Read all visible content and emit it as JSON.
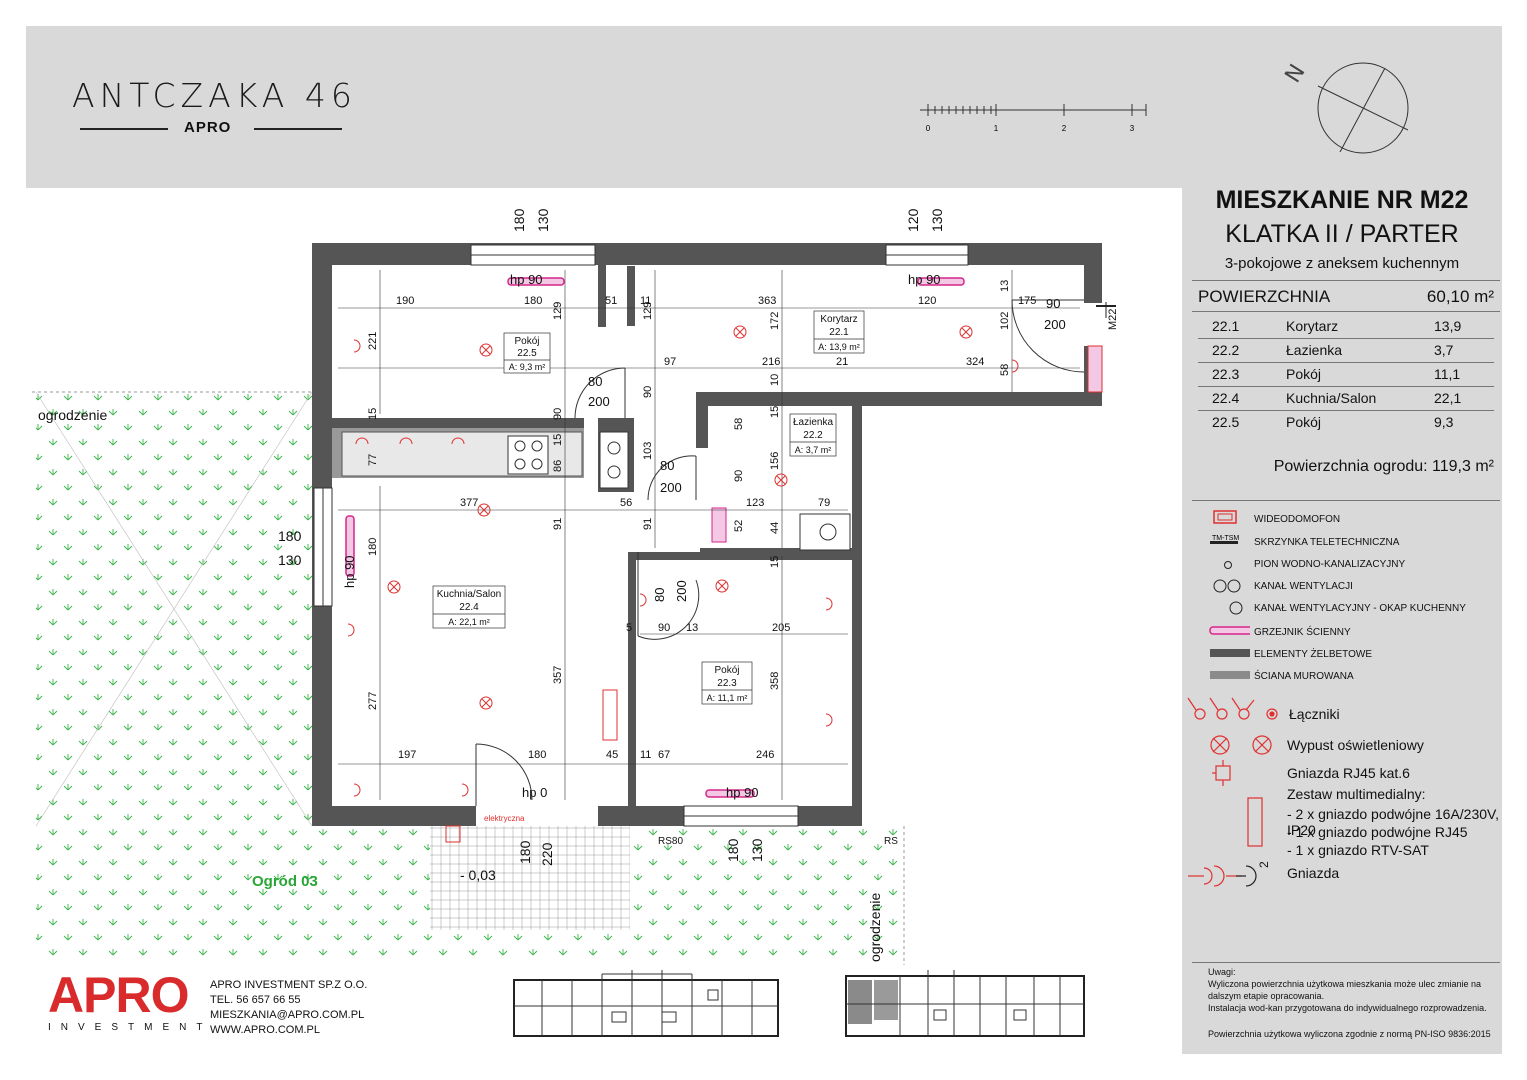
{
  "header": {
    "title": "ANTCZAKA 46",
    "subtitle": "APRO",
    "scale_labels": [
      "0",
      "1",
      "2",
      "3"
    ],
    "north_label": "N"
  },
  "apartment": {
    "title": "MIESZKANIE NR M22",
    "stair": "KLATKA II / PARTER",
    "description": "3-pokojowe z aneksem kuchennym",
    "area_label": "POWIERZCHNIA",
    "area_value": "60,10 m²",
    "rooms": [
      {
        "num": "22.1",
        "name": "Korytarz",
        "area": "13,9"
      },
      {
        "num": "22.2",
        "name": "Łazienka",
        "area": "3,7"
      },
      {
        "num": "22.3",
        "name": "Pokój",
        "area": "11,1"
      },
      {
        "num": "22.4",
        "name": "Kuchnia/Salon",
        "area": "22,1"
      },
      {
        "num": "22.5",
        "name": "Pokój",
        "area": "9,3"
      }
    ],
    "garden": "Powierzchnia ogrodu: 119,3 m²"
  },
  "legend": {
    "small": [
      "WIDEODOMOFON",
      "SKRZYNKA TELETECHNICZNA",
      "PION WODNO-KANALIZACYJNY",
      "KANAŁ WENTYLACJI",
      "KANAŁ WENTYLACYJNY - OKAP KUCHENNY",
      "GRZEJNIK ŚCIENNY",
      "ELEMENTY ŻELBETOWE",
      "ŚCIANA MUROWANA"
    ],
    "tm_tsm": "TM-TSM",
    "big": {
      "switches": "Łączniki",
      "lights": "Wypust oświetleniowy",
      "rj45": "Gniazda RJ45 kat.6",
      "multimedia_title": "Zestaw multimedialny:",
      "multimedia_1": "- 2 x gniazdo podwójne 16A/230V, IP20",
      "multimedia_2": "- 1 x gniazdo podwójne RJ45",
      "multimedia_3": "- 1 x gniazdo RTV-SAT",
      "sockets": "Gniazda",
      "sockets_count": "2"
    }
  },
  "notes": {
    "title": "Uwagi:",
    "line1": "Wyliczona powierzchnia użytkowa mieszkania może ulec zmianie na",
    "line2": "dalszym etapie opracowania.",
    "line3": "Instalacja wod-kan przygotowana do indywidualnego rozprowadzenia.",
    "line4": "Powierzchnia użytkowa wyliczona zgodnie z normą PN-ISO 9836:2015"
  },
  "company": {
    "logo": "APRO",
    "logo_sub": "INVESTMENT",
    "name": "APRO INVESTMENT SP.Z O.O.",
    "tel": "TEL. 56 657 66 55",
    "email": "MIESZKANIA@APRO.COM.PL",
    "www": "WWW.APRO.COM.PL"
  },
  "plan": {
    "rooms": {
      "pokoj_225": {
        "name": "Pokój",
        "num": "22.5",
        "area": "A: 9,3 m²"
      },
      "korytarz": {
        "name": "Korytarz",
        "num": "22.1",
        "area": "A: 13,9 m²"
      },
      "lazienka": {
        "name": "Łazienka",
        "num": "22.2",
        "area": "A: 3,7 m²"
      },
      "kuchnia": {
        "name": "Kuchnia/Salon",
        "num": "22.4",
        "area": "A: 22,1 m²"
      },
      "pokoj_223": {
        "name": "Pokój",
        "num": "22.3",
        "area": "A: 11,1 m²"
      }
    },
    "labels": {
      "ogrodzenie1": "ogrodzenie",
      "ogrodzenie2": "ogrodzenie",
      "ogrod": "Ogród 03",
      "m22": "M22",
      "level": "- 0,03",
      "elektryczna": "elektryczna",
      "rs80": "RS80",
      "rs": "RS"
    },
    "windows": {
      "hp90": "hp 90",
      "hp0": "hp 0"
    },
    "dims": {
      "top_180": "180",
      "top_130": "130",
      "top_120": "120",
      "top_130b": "130",
      "left_180": "180",
      "left_130": "130",
      "bottom_180": "180",
      "bottom_220": "220",
      "bottom_180b": "180",
      "bottom_130": "130",
      "d190": "190",
      "d180": "180",
      "d51": "51",
      "d11": "11",
      "d363": "363",
      "d120": "120",
      "d175": "175",
      "d90a": "90",
      "d200a": "200",
      "d221": "221",
      "d129": "129",
      "d129b": "129",
      "d172": "172",
      "d102": "102",
      "d13": "13",
      "d58": "58",
      "d97": "97",
      "d216": "216",
      "d21": "21",
      "d324": "324",
      "d80a": "80",
      "d200b": "200",
      "d90b": "90",
      "d90c": "90",
      "d10": "10",
      "d15a": "15",
      "d15b": "15",
      "d77": "77",
      "d15c": "15",
      "d86": "86",
      "d103": "103",
      "d56": "56",
      "d58b": "58",
      "d156": "156",
      "d90d": "90",
      "d80b": "80",
      "d200c": "200",
      "d377": "377",
      "d123": "123",
      "d79": "79",
      "d52": "52",
      "d44": "44",
      "d91a": "91",
      "d91b": "91",
      "d180c": "180",
      "d277": "277",
      "d357": "357",
      "d80c": "80",
      "d200d": "200",
      "d15d": "15",
      "d5": "5",
      "d90e": "90",
      "d13b": "13",
      "d205": "205",
      "d358": "358",
      "d197": "197",
      "d180d": "180",
      "d45": "45",
      "d11b": "11",
      "d67": "67",
      "d246": "246"
    }
  }
}
